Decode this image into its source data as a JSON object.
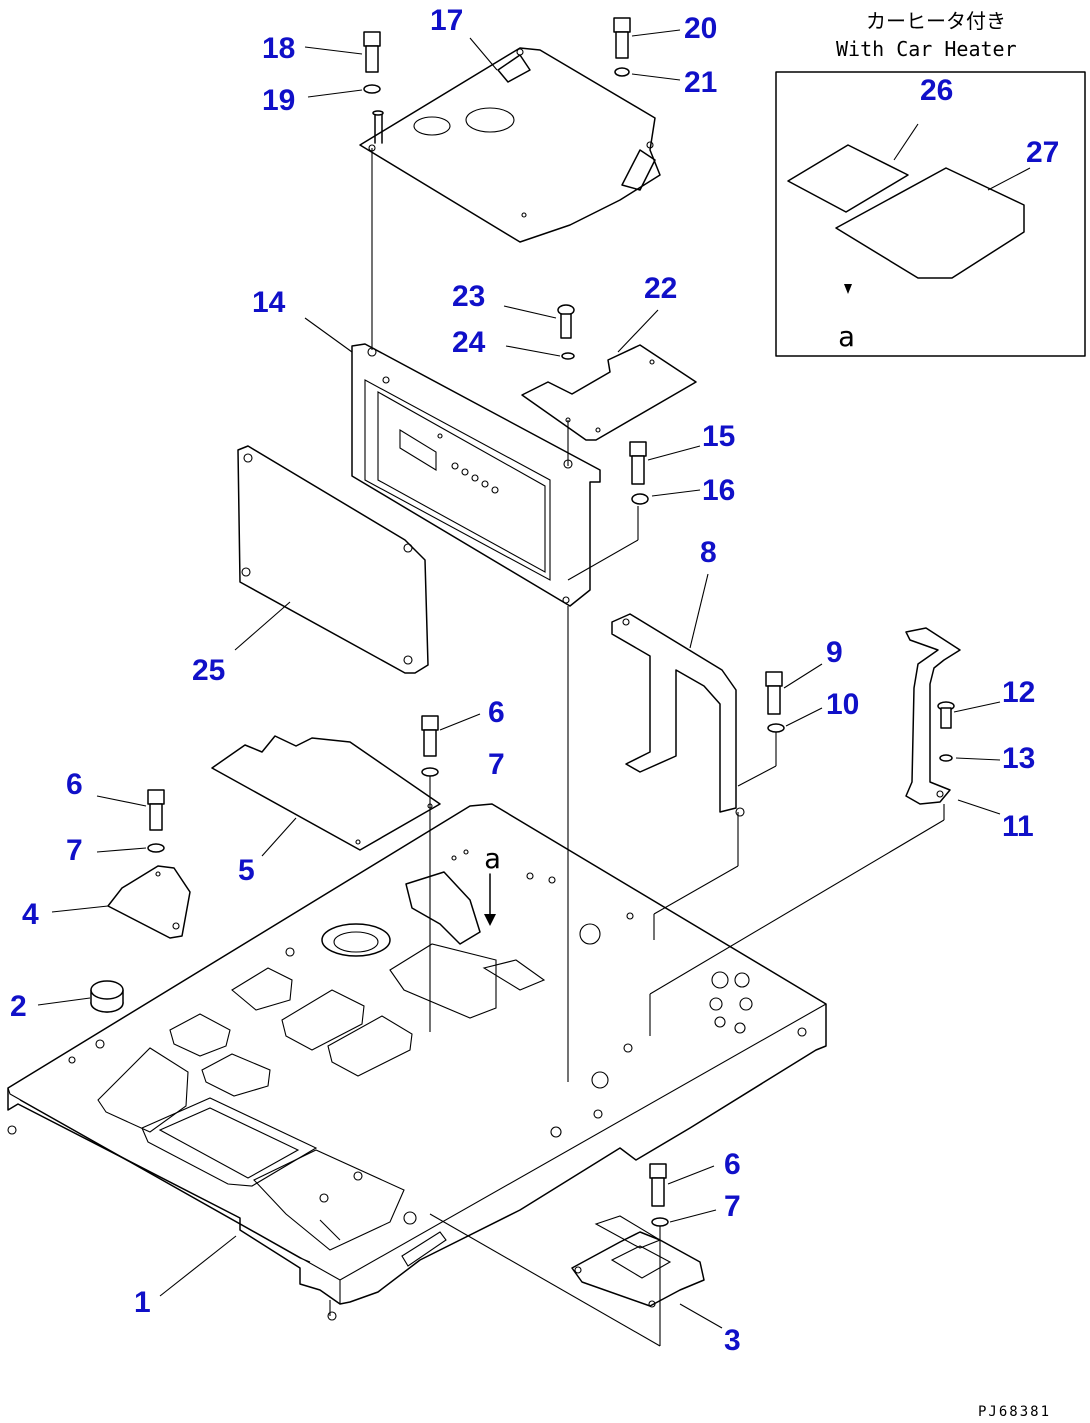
{
  "inset": {
    "title_jp": "カーヒータ付き",
    "title_en": "With Car Heater",
    "view_label": "a"
  },
  "view_mark": "a",
  "drawing_code": "PJ68381",
  "callouts": [
    {
      "id": "c1",
      "label": "1"
    },
    {
      "id": "c2",
      "label": "2"
    },
    {
      "id": "c3",
      "label": "3"
    },
    {
      "id": "c4",
      "label": "4"
    },
    {
      "id": "c5",
      "label": "5"
    },
    {
      "id": "c6a",
      "label": "6"
    },
    {
      "id": "c6b",
      "label": "6"
    },
    {
      "id": "c6c",
      "label": "6"
    },
    {
      "id": "c7a",
      "label": "7"
    },
    {
      "id": "c7b",
      "label": "7"
    },
    {
      "id": "c7c",
      "label": "7"
    },
    {
      "id": "c8",
      "label": "8"
    },
    {
      "id": "c9",
      "label": "9"
    },
    {
      "id": "c10",
      "label": "10"
    },
    {
      "id": "c11",
      "label": "11"
    },
    {
      "id": "c12",
      "label": "12"
    },
    {
      "id": "c13",
      "label": "13"
    },
    {
      "id": "c14",
      "label": "14"
    },
    {
      "id": "c15",
      "label": "15"
    },
    {
      "id": "c16",
      "label": "16"
    },
    {
      "id": "c17",
      "label": "17"
    },
    {
      "id": "c18",
      "label": "18"
    },
    {
      "id": "c19",
      "label": "19"
    },
    {
      "id": "c20",
      "label": "20"
    },
    {
      "id": "c21",
      "label": "21"
    },
    {
      "id": "c22",
      "label": "22"
    },
    {
      "id": "c23",
      "label": "23"
    },
    {
      "id": "c24",
      "label": "24"
    },
    {
      "id": "c25",
      "label": "25"
    },
    {
      "id": "c26",
      "label": "26"
    },
    {
      "id": "c27",
      "label": "27"
    }
  ]
}
